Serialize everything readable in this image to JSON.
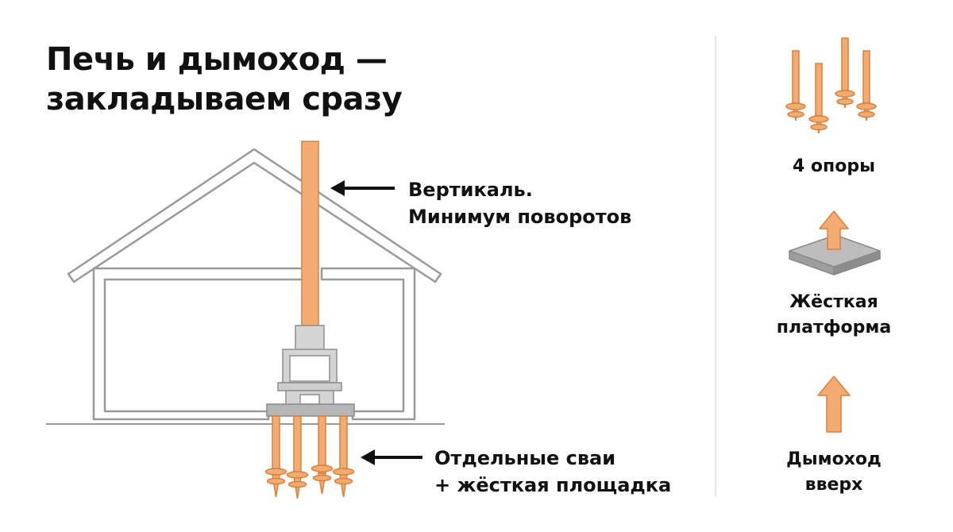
{
  "title": {
    "line1": "Печь и дымоход —",
    "line2": "закладываем сразу"
  },
  "callouts": {
    "chimney": {
      "line1": "Вертикаль.",
      "line2": "Минимум поворотов"
    },
    "piles": {
      "line1": "Отдельные сваи",
      "line2": "+ жёсткая площадка"
    }
  },
  "sidebar": {
    "supports_label": "4 опоры",
    "platform_label": {
      "line1": "Жёсткая",
      "line2": "платформа"
    },
    "chimney_label": {
      "line1": "Дымоход",
      "line2": "вверх"
    }
  },
  "colors": {
    "pipe": "#F2AC72",
    "pipe_outline": "#D9803F",
    "house_outline": "#9A9A9A",
    "stove": "#C8C8C8",
    "platform_top": "#AFAFAF",
    "text": "#111111"
  }
}
